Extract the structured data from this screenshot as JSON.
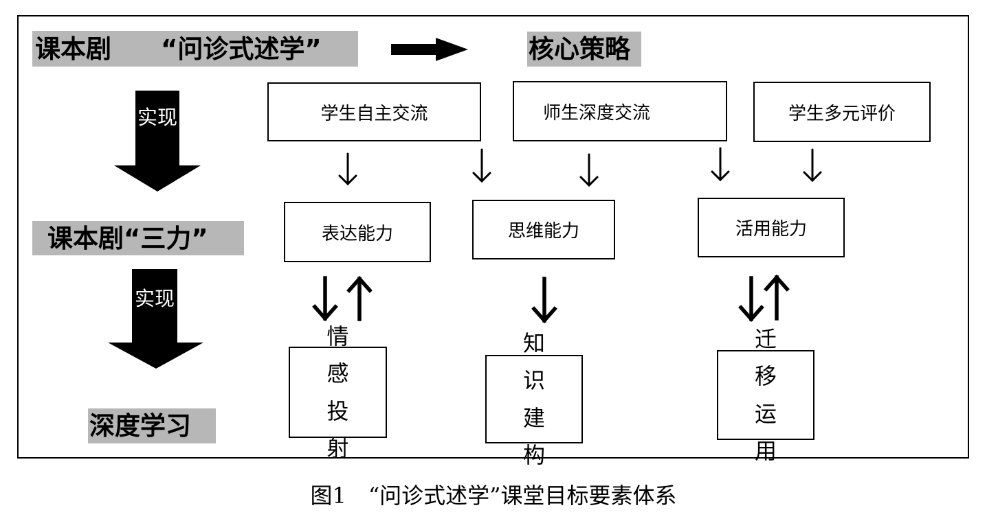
{
  "header": {
    "left_label": "课本剧",
    "center_label": "“问诊式述学”",
    "strategy_label": "核心策略"
  },
  "left_column": {
    "arrow_1_label": "实现",
    "middle_label": "课本剧“三力”",
    "arrow_2_label": "实现",
    "bottom_label": "深度学习"
  },
  "top_boxes": [
    "学生自主交流",
    "师生深度交流",
    "学生多元评价"
  ],
  "ability_boxes": [
    "表达能力",
    "思维能力",
    "活用能力"
  ],
  "outcome_boxes": [
    "情感投射",
    "知识建构",
    "迁移运用"
  ],
  "caption": "图1　“问诊式述学”课堂目标要素体系",
  "colors": {
    "highlight": "#b7b7b7",
    "ink": "#000000"
  }
}
